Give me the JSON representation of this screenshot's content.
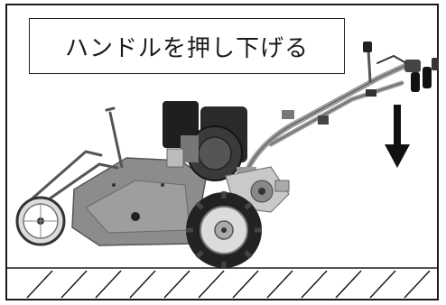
{
  "instruction": {
    "text": "ハンドルを押し下げる"
  },
  "illustration": {
    "subject": "walk-behind-tiller",
    "arrow_direction": "down"
  },
  "colors": {
    "frame": "#1a1a1a",
    "machine_body": "#8c8c8c",
    "engine": "#1f1f1f",
    "wheel": "#2a2a2a",
    "arrow": "#111111"
  }
}
